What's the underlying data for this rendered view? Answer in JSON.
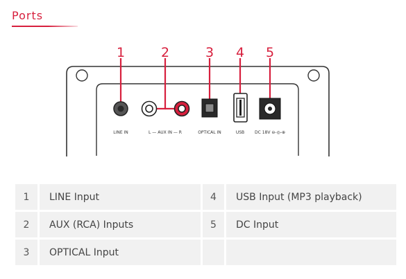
{
  "heading": "Ports",
  "colors": {
    "accent": "#d71f3d",
    "cell_bg": "#f1f1f1"
  },
  "callouts": [
    "1",
    "2",
    "3",
    "4",
    "5"
  ],
  "panel_labels": {
    "line_in": "LINE IN",
    "aux_in": "L — AUX IN — R",
    "optical_in": "OPTICAL IN",
    "usb": "USB",
    "dc": "DC 18V ⊖-◎-⊕"
  },
  "table": {
    "rows": [
      [
        {
          "num": "1",
          "label": "LINE Input"
        },
        {
          "num": "4",
          "label": "USB Input (MP3 playback)"
        }
      ],
      [
        {
          "num": "2",
          "label": "AUX (RCA) Inputs"
        },
        {
          "num": "5",
          "label": "DC Input"
        }
      ],
      [
        {
          "num": "3",
          "label": "OPTICAL Input"
        },
        {
          "num": "",
          "label": ""
        }
      ]
    ]
  }
}
